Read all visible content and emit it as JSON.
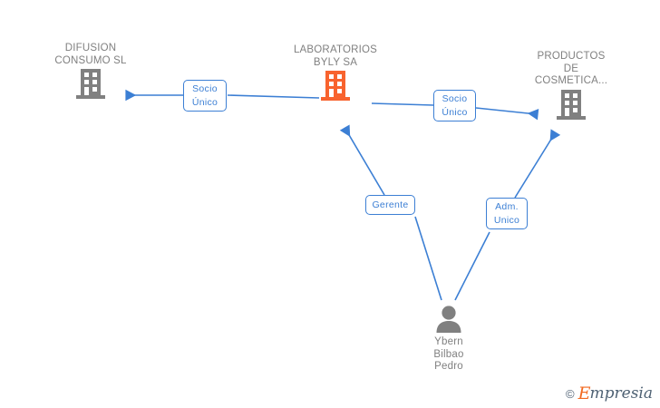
{
  "diagram": {
    "title": "LABORATORIOS BYLY SA corporate relationship chart",
    "colors": {
      "company_grey": "#808080",
      "company_highlight_orange": "#f8632e",
      "edge_blue": "#3c7fd4",
      "label_text_grey": "#808080",
      "background": "#ffffff"
    },
    "nodes": [
      {
        "id": "difusion-consumo",
        "type": "company",
        "icon": "building-icon",
        "icon_color": "#808080",
        "label": "DIFUSION\nCONSUMO  SL",
        "label_position": "above"
      },
      {
        "id": "laboratorios-byly",
        "type": "company",
        "icon": "building-icon",
        "icon_color": "#f8632e",
        "label": "LABORATORIOS\nBYLY SA",
        "label_position": "above"
      },
      {
        "id": "productos-cosmetica",
        "type": "company",
        "icon": "building-icon",
        "icon_color": "#808080",
        "label": "PRODUCTOS\nDE\nCOSMETICA...",
        "label_position": "above"
      },
      {
        "id": "ybern-bilbao-pedro",
        "type": "person",
        "icon": "person-icon",
        "icon_color": "#808080",
        "label": "Ybern\nBilbao\nPedro",
        "label_position": "below"
      }
    ],
    "edges": [
      {
        "id": "edge-byly-to-difusion",
        "from": "laboratorios-byly",
        "to": "difusion-consumo",
        "label": "Socio\nÚnico",
        "direction": "left"
      },
      {
        "id": "edge-byly-to-productos",
        "from": "laboratorios-byly",
        "to": "productos-cosmetica",
        "label": "Socio\nÚnico",
        "direction": "right"
      },
      {
        "id": "edge-pedro-to-byly",
        "from": "ybern-bilbao-pedro",
        "to": "laboratorios-byly",
        "label": "Gerente",
        "direction": "up-left"
      },
      {
        "id": "edge-pedro-to-productos",
        "from": "ybern-bilbao-pedro",
        "to": "productos-cosmetica",
        "label": "Adm.\nUnico",
        "direction": "up-right"
      }
    ]
  },
  "watermark": {
    "copyright": "©",
    "brand_initial": "E",
    "brand_rest": "mpresia"
  }
}
